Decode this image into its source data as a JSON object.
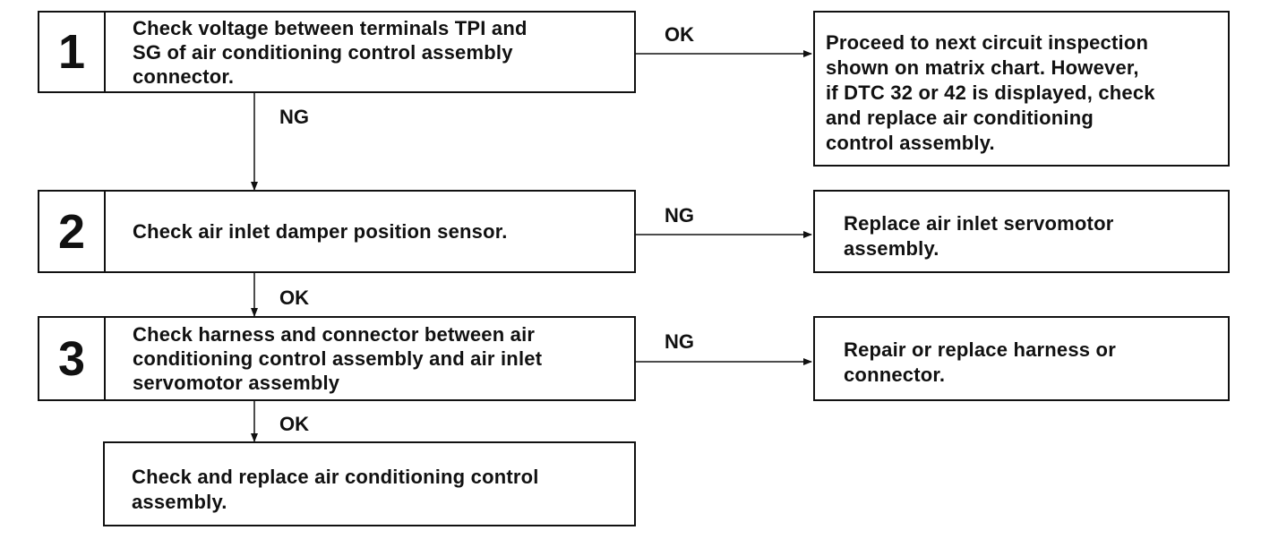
{
  "steps": [
    {
      "number": "1",
      "text": "Check voltage between terminals TPI and\nSG of air conditioning control assembly\nconnector."
    },
    {
      "number": "2",
      "text": "Check air inlet damper position sensor."
    },
    {
      "number": "3",
      "text": "Check harness and connector between air\nconditioning control assembly and air inlet\nservomotor assembly"
    }
  ],
  "final_step": {
    "text": "Check and replace air conditioning control\nassembly."
  },
  "results": [
    {
      "text": "Proceed to next circuit inspection\nshown on matrix chart. However,\nif DTC 32 or 42 is displayed, check\nand replace air conditioning\ncontrol assembly."
    },
    {
      "text": "Replace air inlet servomotor\nassembly."
    },
    {
      "text": "Repair or replace harness or\nconnector."
    }
  ],
  "labels": {
    "step1_right": "OK",
    "step1_down": "NG",
    "step2_right": "NG",
    "step2_down": "OK",
    "step3_right": "NG",
    "step3_down": "OK"
  }
}
